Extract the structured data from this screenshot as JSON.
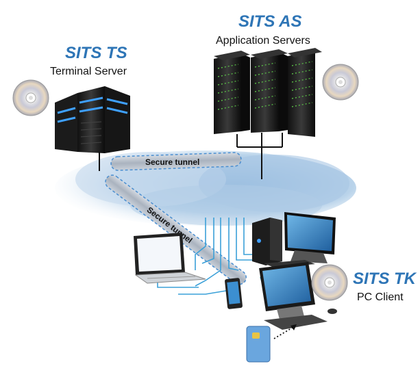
{
  "terminal_server": {
    "title": "SITS TS",
    "subtitle": "Terminal Server"
  },
  "app_servers": {
    "title": "SITS AS",
    "subtitle": "Application Servers"
  },
  "pc_client": {
    "title": "SITS TK",
    "subtitle": "PC Client"
  },
  "tunnels": {
    "top": "Secure tunnel",
    "diagonal": "Secure tunnel"
  },
  "colors": {
    "title_blue": "#2e75b6",
    "cloud": "#b9d3ea",
    "tunnel_stroke": "#4a8ed0",
    "link": "#3aa0d8"
  }
}
